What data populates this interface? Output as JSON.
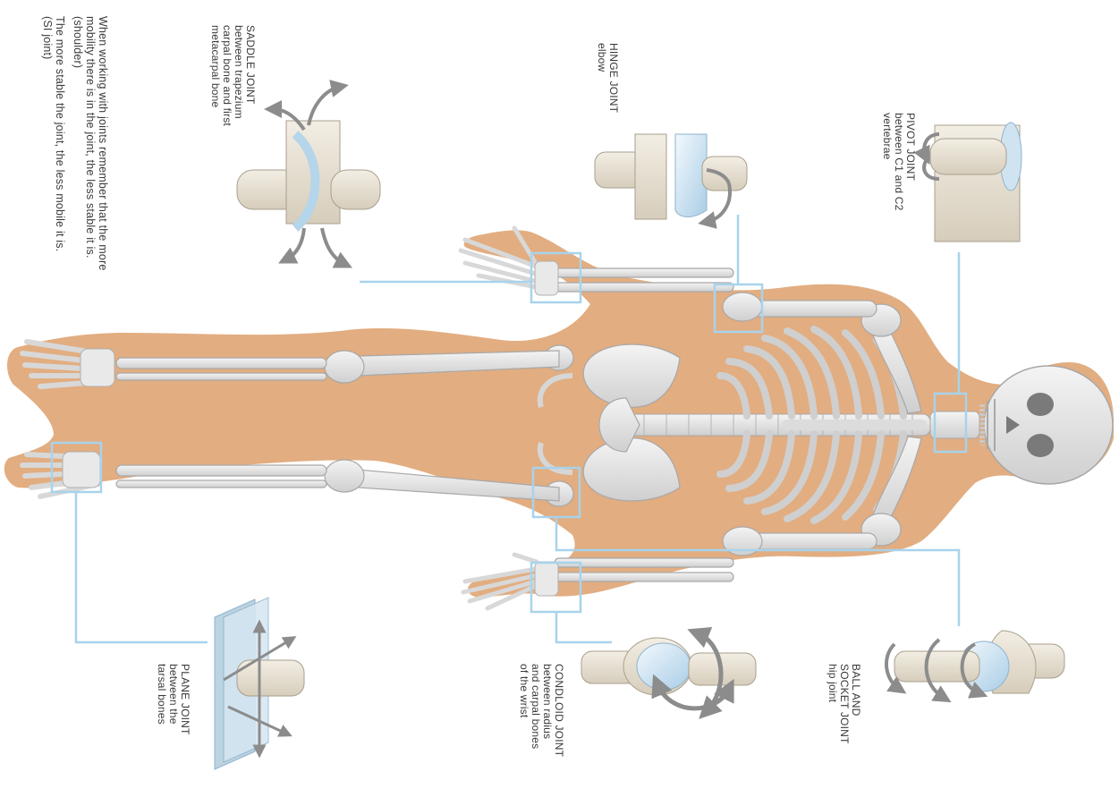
{
  "colors": {
    "body": "#e2ad80",
    "bone": "#e6e6e6",
    "bone_shade": "#c9c9c9",
    "bone_outline": "#a8a8a8",
    "joint_box": "#a7d3ec",
    "model_bone": "#e7dfd0",
    "cartilage": "#cfe3f1",
    "arrow": "#8c8c8c",
    "text": "#3a3a3a"
  },
  "notes": [
    "When working with joints remember that the more mobility there is in the joint, the less stable it is. (shoulder)",
    "The more stable the joint, the less mobile it is. (SI joint)"
  ],
  "joints": [
    {
      "id": "saddle",
      "title": "SADDLE JOINT",
      "desc": [
        "between trapezium",
        "carpal bone and first",
        "metacarpal bone"
      ],
      "icon": "saddle-joint-icon"
    },
    {
      "id": "hinge",
      "title": "HINGE JOINT",
      "desc": [
        "elbow"
      ],
      "icon": "hinge-joint-icon"
    },
    {
      "id": "pivot",
      "title": "PIVOT JOINT",
      "desc": [
        "between C1 and C2",
        "vertebrae"
      ],
      "icon": "pivot-joint-icon"
    },
    {
      "id": "ball",
      "title": "BALL AND",
      "desc": [
        "SOCKET JOINT",
        "hip joint"
      ],
      "icon": "ball-socket-joint-icon"
    },
    {
      "id": "condyloid",
      "title": "CONDLOID JOINT",
      "desc": [
        "between radius",
        "and carpal bones",
        "of the wrist"
      ],
      "icon": "condyloid-joint-icon"
    },
    {
      "id": "plane",
      "title": "PLANE JOINT",
      "desc": [
        "between the",
        "tarsal bones"
      ],
      "icon": "plane-joint-icon"
    }
  ]
}
